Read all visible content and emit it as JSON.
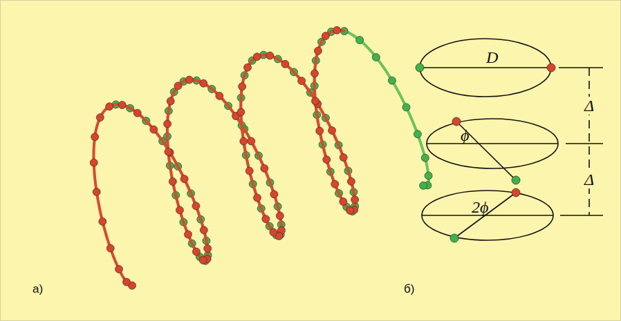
{
  "diagram": {
    "labels": [
      "а)",
      "б)",
      "D",
      "ϕ",
      "2ϕ",
      "Δ",
      "Δ"
    ]
  }
}
